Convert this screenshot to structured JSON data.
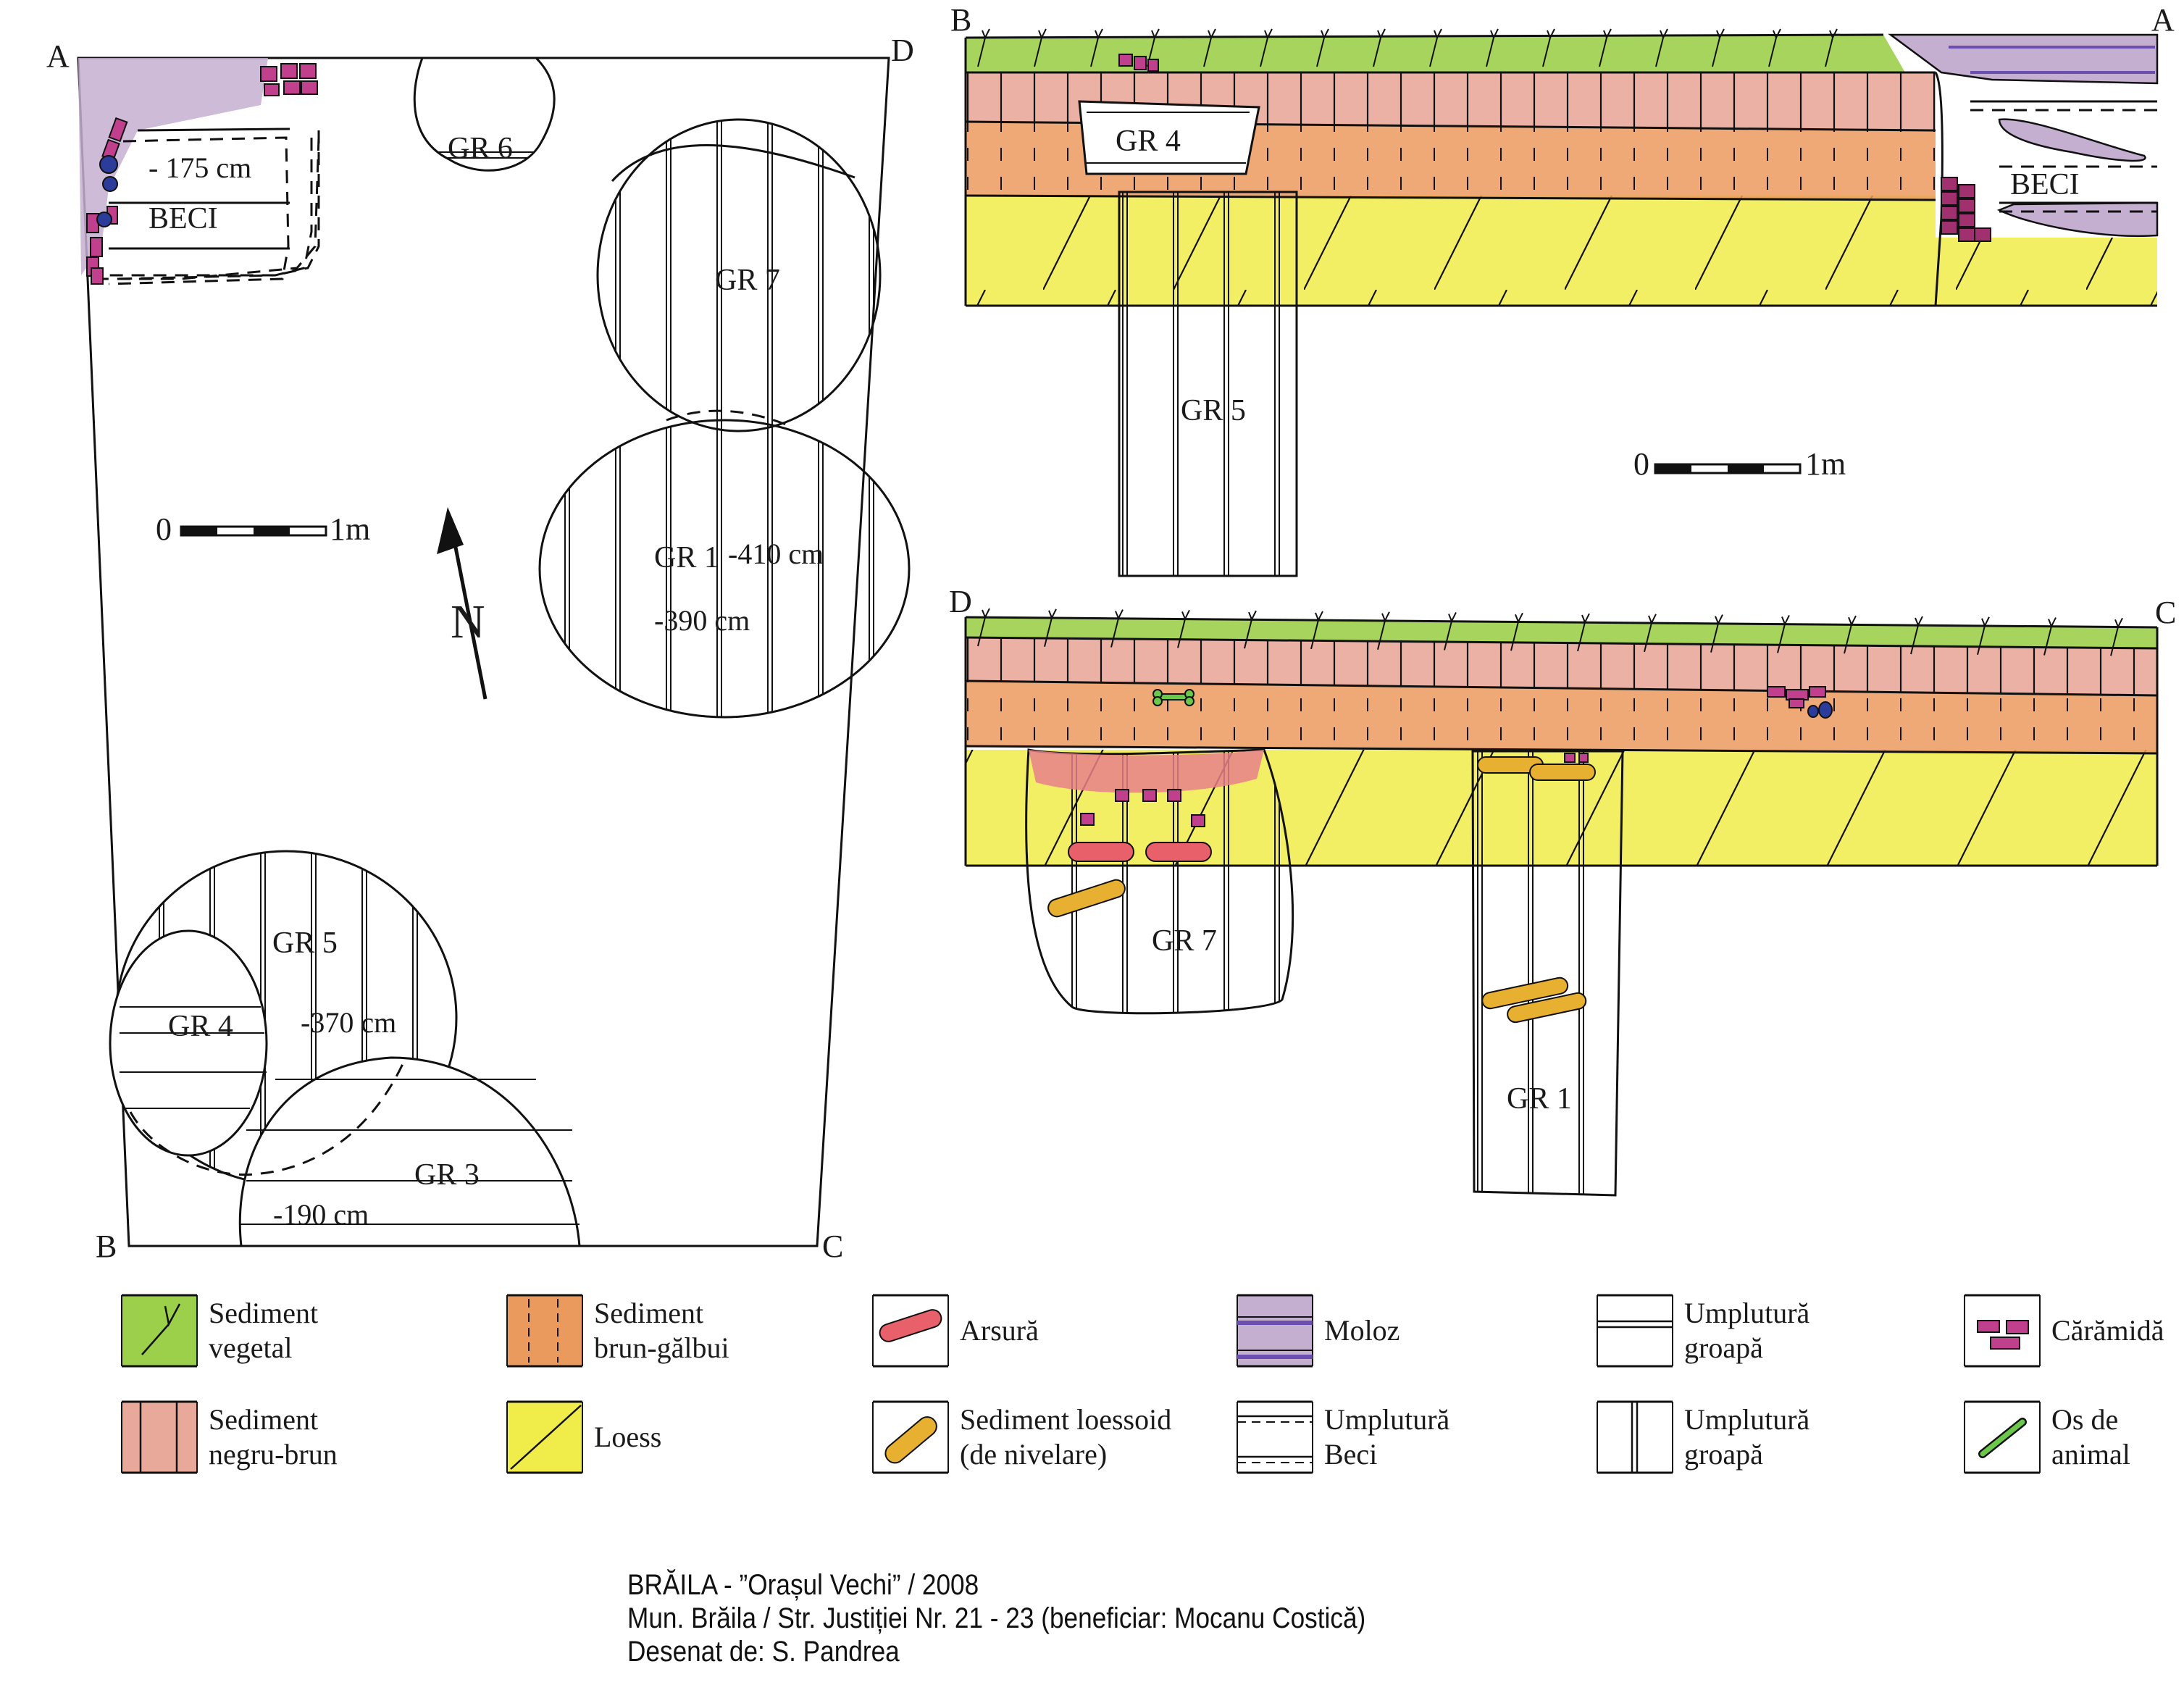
{
  "colors": {
    "vegetal": "#9ccf4a",
    "negru_brun": "#e8a99a",
    "brun_galbui": "#eb9a5e",
    "loess": "#f0ec4a",
    "moloz": "#c4afd0",
    "moloz_line": "#6a4fb0",
    "caramida": "#c0408e",
    "arsura": "#e8606a",
    "loessoid": "#e8b030",
    "os": "#6cc84a",
    "stone": "#2c3c9a"
  },
  "plan": {
    "corners": {
      "a": "A",
      "b": "B",
      "c": "C",
      "d": "D"
    },
    "beci_label": "BECI",
    "beci_depth": "- 175 cm",
    "pits": {
      "gr6": "GR 6",
      "gr7": "GR 7",
      "gr1": "GR 1",
      "gr1_depth_a": "-410 cm",
      "gr1_depth_b": "-390 cm",
      "gr5": "GR 5",
      "gr5_depth": "-370 cm",
      "gr4": "GR 4",
      "gr3": "GR 3",
      "gr3_depth": "-190 cm"
    },
    "scale": {
      "start": "0",
      "end": "1m"
    },
    "north": "N"
  },
  "section_ba": {
    "left": "B",
    "right": "A",
    "gr4": "GR 4",
    "gr5": "GR 5",
    "beci": "BECI",
    "scale": {
      "start": "0",
      "end": "1m"
    }
  },
  "section_dc": {
    "left": "D",
    "right": "C",
    "gr7": "GR 7",
    "gr1": "GR 1"
  },
  "legend": [
    {
      "key": "vegetal",
      "line1": "Sediment",
      "line2": "vegetal"
    },
    {
      "key": "brun_galbui",
      "line1": "Sediment",
      "line2": "brun-gălbui"
    },
    {
      "key": "arsura",
      "line1": "Arsură",
      "line2": ""
    },
    {
      "key": "moloz",
      "line1": "Moloz",
      "line2": ""
    },
    {
      "key": "umplutura_groapa_h",
      "line1": "Umplutură",
      "line2": "groapă"
    },
    {
      "key": "caramida",
      "line1": "Cărămidă",
      "line2": ""
    },
    {
      "key": "negru_brun",
      "line1": "Sediment",
      "line2": "negru-brun"
    },
    {
      "key": "loess",
      "line1": "Loess",
      "line2": ""
    },
    {
      "key": "loessoid",
      "line1": "Sediment loessoid",
      "line2": "(de nivelare)"
    },
    {
      "key": "umplutura_beci",
      "line1": "Umplutură",
      "line2": "Beci"
    },
    {
      "key": "umplutura_groapa_v",
      "line1": "Umplutură",
      "line2": "groapă"
    },
    {
      "key": "os",
      "line1": "Os de",
      "line2": "animal"
    }
  ],
  "caption": {
    "line1": "BRĂILA - ”Orașul Vechi” / 2008",
    "line2": "Mun. Brăila / Str. Justiției Nr. 21 - 23 (beneficiar: Mocanu Costică)",
    "line3": "Desenat de: S. Pandrea"
  }
}
